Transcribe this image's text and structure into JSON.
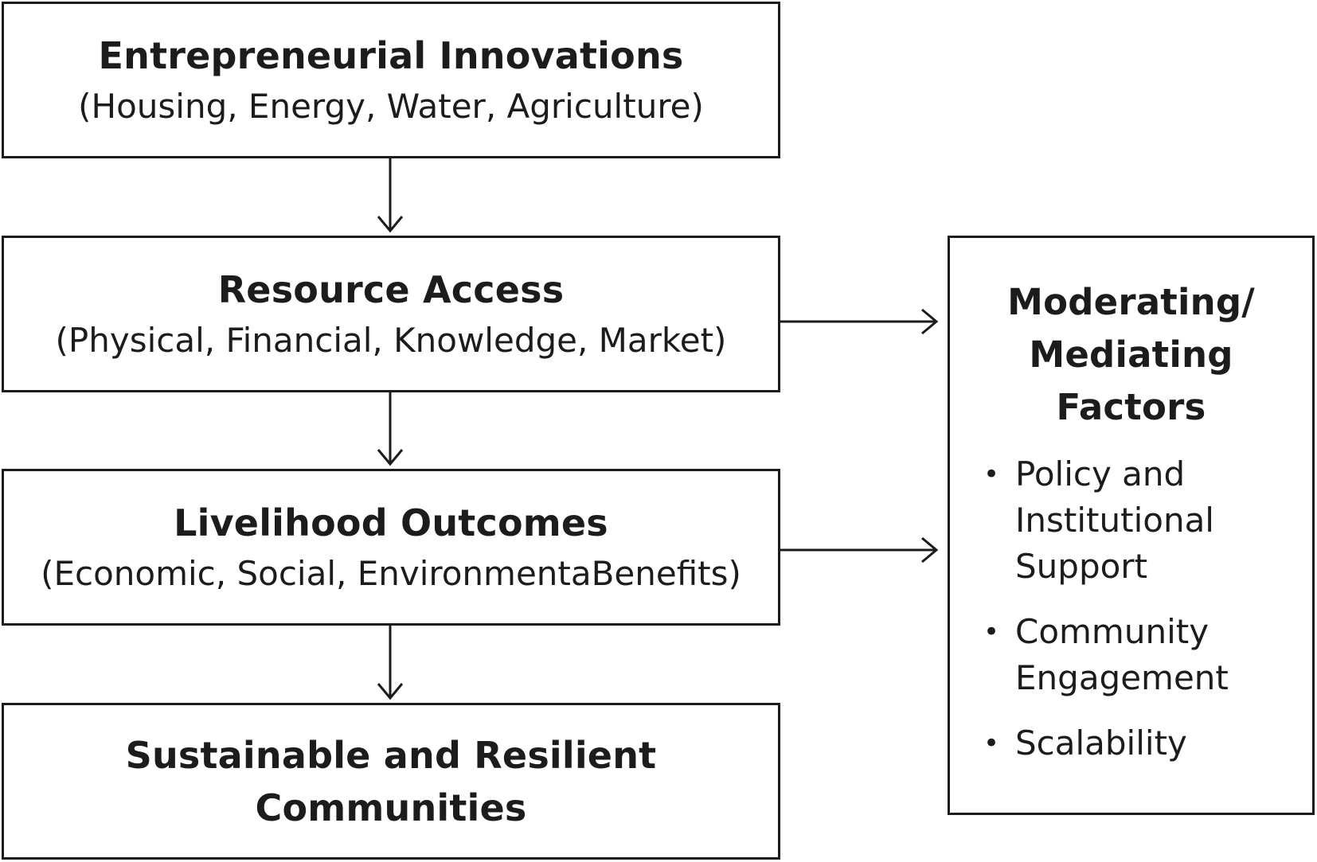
{
  "boxes": {
    "innovations": {
      "title": "Entrepreneurial Innovations",
      "subtitle": "(Housing, Energy, Water, Agriculture)"
    },
    "resource_access": {
      "title": "Resource Access",
      "subtitle": "(Physical, Financial, Knowledge, Market)"
    },
    "livelihood": {
      "title": "Livelihood Outcomes",
      "subtitle": "(Economic, Social, EnvironmentaBenefits)"
    },
    "sustainable": {
      "title_line1": "Sustainable and Resilient",
      "title_line2": "Communities"
    }
  },
  "factors": {
    "title_line1": "Moderating/",
    "title_line2": "Mediating",
    "title_line3": "Factors",
    "bullet": "•",
    "items": [
      "Policy and Institutional Support",
      "Community Engagement",
      "Scalability"
    ]
  }
}
